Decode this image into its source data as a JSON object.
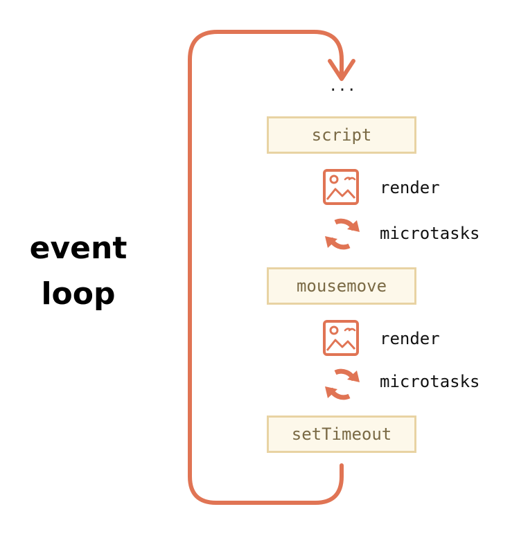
{
  "diagram": {
    "title_lines": [
      "event",
      "loop"
    ],
    "ellipsis": "...",
    "tasks": [
      "script",
      "mousemove",
      "setTimeout"
    ],
    "steps": [
      {
        "label": "render",
        "icon": "image-icon"
      },
      {
        "label": "microtasks",
        "icon": "cycle-arrows-icon"
      },
      {
        "label": "render",
        "icon": "image-icon"
      },
      {
        "label": "microtasks",
        "icon": "cycle-arrows-icon"
      }
    ],
    "colors": {
      "loop_arrow": "#e07454",
      "task_fill": "#fdf8ea",
      "task_border": "#e8d3a3",
      "task_text": "#7a6a45",
      "icon": "#e07454"
    }
  }
}
